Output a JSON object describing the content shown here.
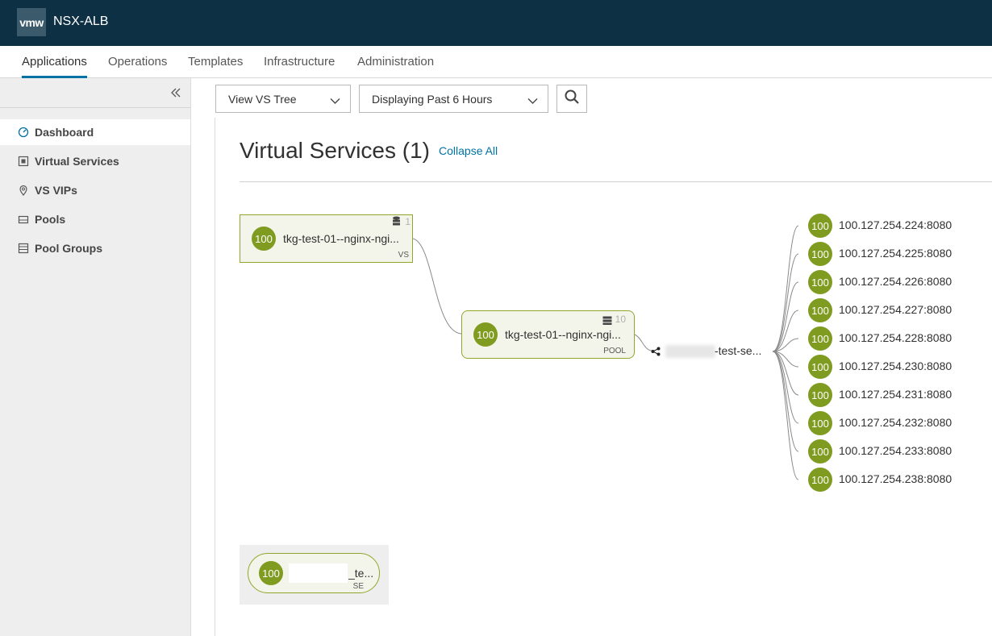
{
  "header": {
    "logo": "vmw",
    "app_name": "NSX-ALB"
  },
  "main_nav": {
    "tabs": [
      {
        "label": "Applications",
        "active": true
      },
      {
        "label": "Operations"
      },
      {
        "label": "Templates"
      },
      {
        "label": "Infrastructure"
      },
      {
        "label": "Administration"
      }
    ]
  },
  "sidebar": {
    "items": [
      {
        "label": "Dashboard",
        "icon": "dashboard-icon",
        "active": true
      },
      {
        "label": "Virtual Services",
        "icon": "virtual-service-icon"
      },
      {
        "label": "VS VIPs",
        "icon": "map-pin-icon"
      },
      {
        "label": "Pools",
        "icon": "pool-icon"
      },
      {
        "label": "Pool Groups",
        "icon": "pool-groups-icon"
      }
    ]
  },
  "toolbar": {
    "view_select": "View VS Tree",
    "time_select": "Displaying Past 6 Hours"
  },
  "main": {
    "title": "Virtual Services (1)",
    "collapse_all": "Collapse All"
  },
  "tree": {
    "vs": {
      "health": "100",
      "name": "tkg-test-01--nginx-ngi...",
      "type": "VS",
      "count": "1"
    },
    "pool": {
      "health": "100",
      "name": "tkg-test-01--nginx-ngi...",
      "type": "POOL",
      "count": "10"
    },
    "network": {
      "name": "-test-se..."
    },
    "servers": [
      {
        "health": "100",
        "address": "100.127.254.224:8080"
      },
      {
        "health": "100",
        "address": "100.127.254.225:8080"
      },
      {
        "health": "100",
        "address": "100.127.254.226:8080"
      },
      {
        "health": "100",
        "address": "100.127.254.227:8080"
      },
      {
        "health": "100",
        "address": "100.127.254.228:8080"
      },
      {
        "health": "100",
        "address": "100.127.254.230:8080"
      },
      {
        "health": "100",
        "address": "100.127.254.231:8080"
      },
      {
        "health": "100",
        "address": "100.127.254.232:8080"
      },
      {
        "health": "100",
        "address": "100.127.254.233:8080"
      },
      {
        "health": "100",
        "address": "100.127.254.238:8080"
      }
    ],
    "se": {
      "health": "100",
      "name": "_te...",
      "type": "SE"
    }
  },
  "colors": {
    "header_bg": "#0e3044",
    "health_green": "#7f9c21",
    "accent": "#0072a3"
  }
}
